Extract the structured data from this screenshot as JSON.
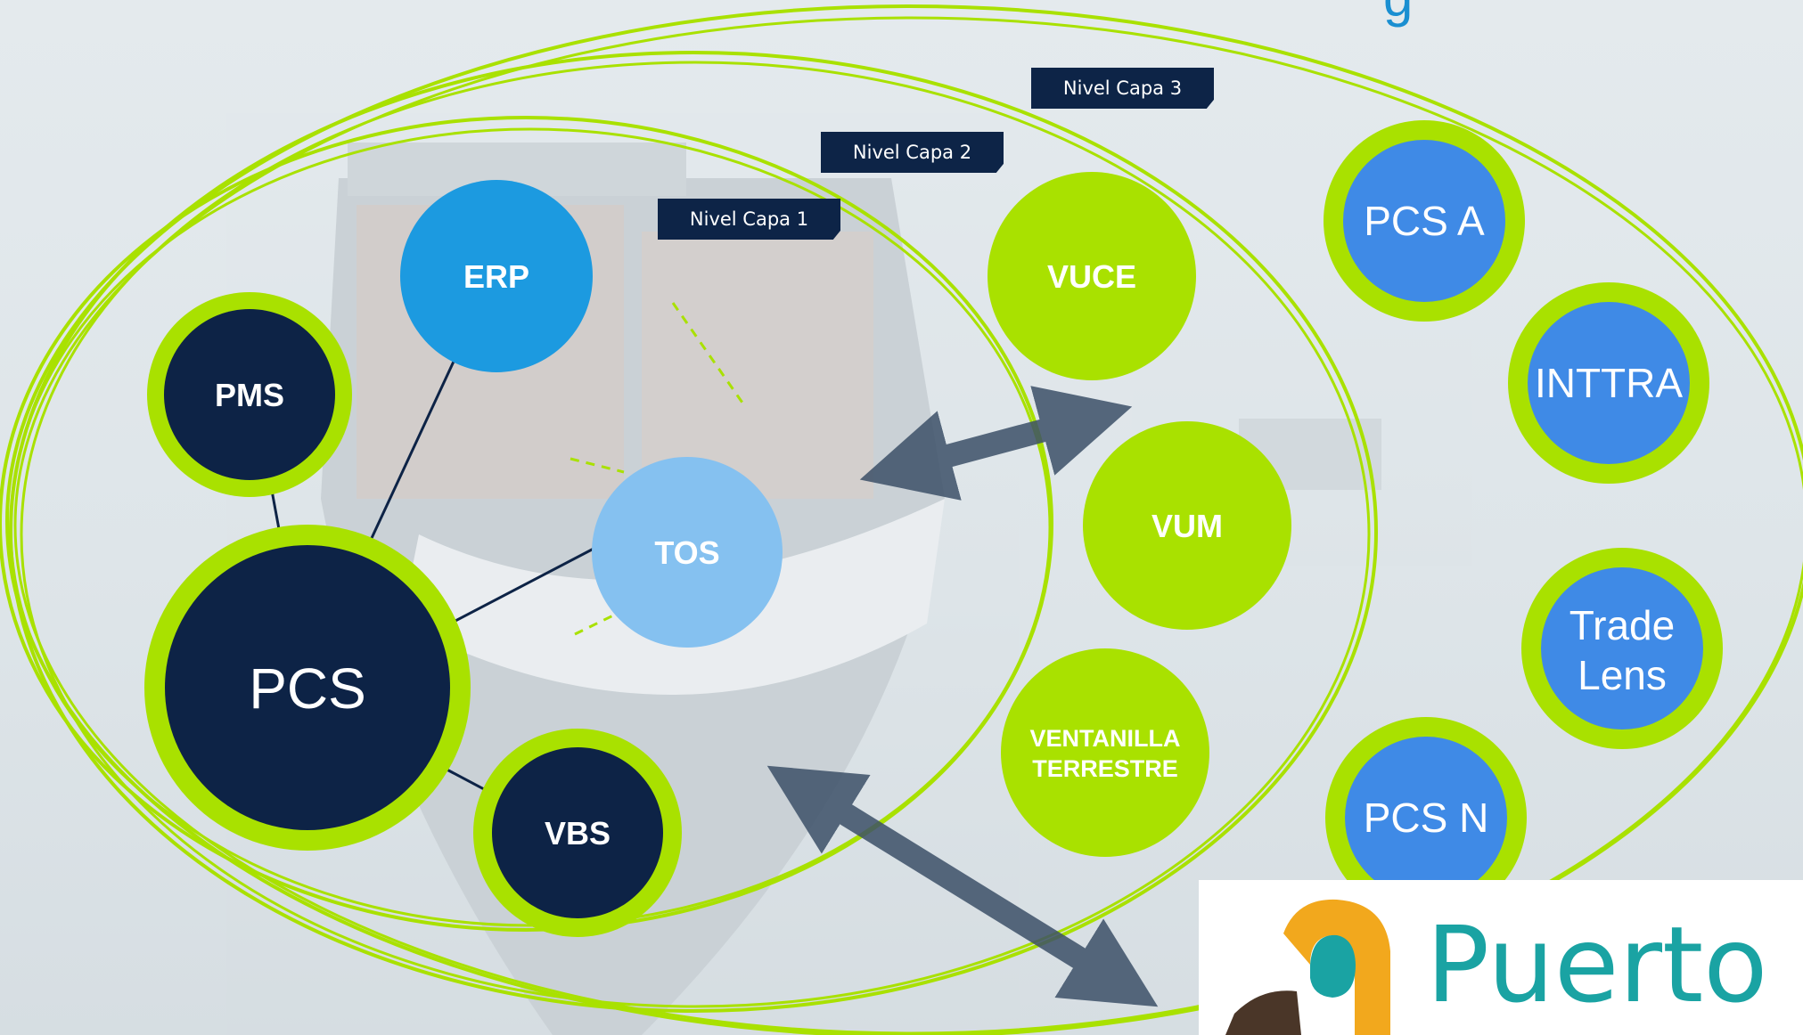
{
  "colors": {
    "navy": "#0d2346",
    "lime": "#a9e100",
    "blue_light": "#85c1f0",
    "blue_mid": "#1c9ae0",
    "blue_ext": "#3f8ae6",
    "arrow": "#3c5068"
  },
  "layers": {
    "layer1": "Nivel Capa 1",
    "layer2": "Nivel Capa 2",
    "layer3": "Nivel Capa 3"
  },
  "nodes": {
    "pcs": "PCS",
    "pms": "PMS",
    "erp": "ERP",
    "tos": "TOS",
    "vbs": "VBS",
    "vuce": "VUCE",
    "vum": "VUM",
    "ventanilla_line1": "VENTANILLA",
    "ventanilla_line2": "TERRESTRE",
    "pcs_a": "PCS A",
    "inttra": "INTTRA",
    "tradelens_line1": "Trade",
    "tradelens_line2": "Lens",
    "pcs_n": "PCS N"
  },
  "logo": {
    "text": "Puerto"
  },
  "title_fragment": "g"
}
